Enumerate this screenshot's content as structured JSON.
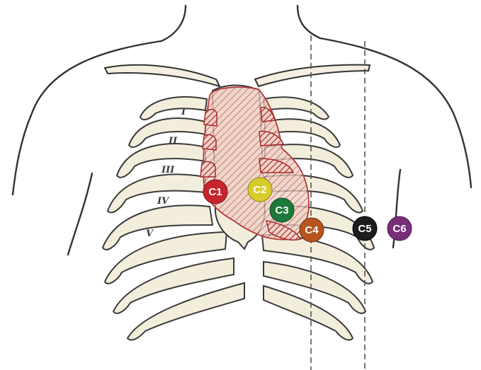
{
  "rib_labels": [
    "I",
    "II",
    "III",
    "IV",
    "V"
  ],
  "electrodes": [
    {
      "id": "c1",
      "label": "C1",
      "color": "#c8242b"
    },
    {
      "id": "c2",
      "label": "C2",
      "color": "#d8cc2a"
    },
    {
      "id": "c3",
      "label": "C3",
      "color": "#1e7a3a"
    },
    {
      "id": "c4",
      "label": "C4",
      "color": "#b5541f"
    },
    {
      "id": "c5",
      "label": "C5",
      "color": "#1c1c1c"
    },
    {
      "id": "c6",
      "label": "C6",
      "color": "#7a2e7a"
    }
  ],
  "colors": {
    "bone_fill": "#f2ecd8",
    "outline": "#333333",
    "heart_fill": "#e9c3b5",
    "heart_hatch": "#b23a3a",
    "guide_line": "#555555"
  }
}
